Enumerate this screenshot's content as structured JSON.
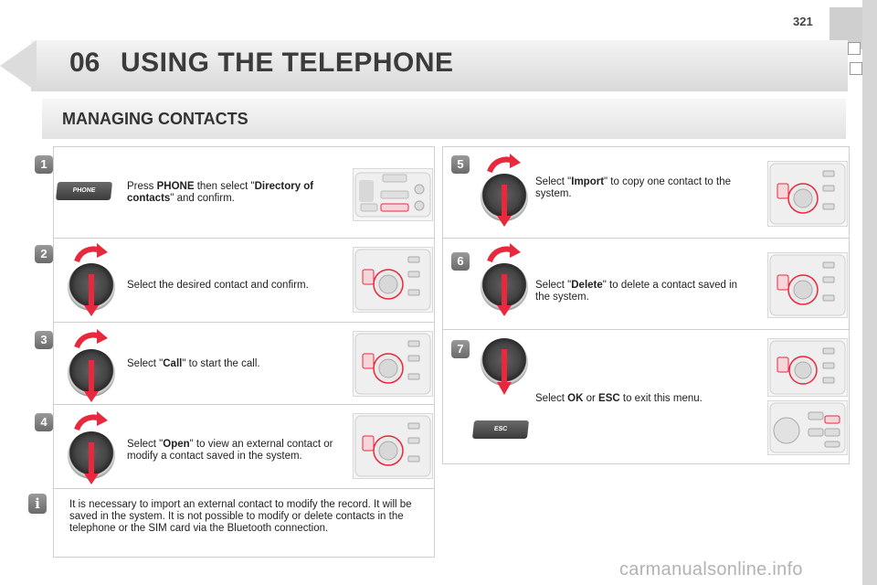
{
  "page_number": "321",
  "header": {
    "chapter_number": "06",
    "chapter_title": "USING THE TELEPHONE"
  },
  "section_title": "MANAGING CONTACTS",
  "steps": [
    {
      "num": "1",
      "pre": "Press ",
      "b1": "PHONE",
      "mid": " then select \"",
      "b2": "Directory of contacts",
      "post": "\" and confirm.",
      "button_label": "PHONE"
    },
    {
      "num": "2",
      "text": "Select the desired contact and confirm."
    },
    {
      "num": "3",
      "pre": "Select \"",
      "b1": "Call",
      "post": "\" to start the call."
    },
    {
      "num": "4",
      "pre": "Select \"",
      "b1": "Open",
      "post": "\" to view an external contact or modify a contact saved in the system."
    },
    {
      "num": "5",
      "pre": "Select \"",
      "b1": "Import",
      "post": "\" to copy one contact to the system."
    },
    {
      "num": "6",
      "pre": "Select \"",
      "b1": "Delete",
      "post": "\" to delete a contact saved in the system."
    },
    {
      "num": "7",
      "pre": "Select ",
      "b1": "OK",
      "mid": " or ",
      "b2": "ESC",
      "post": " to exit this menu.",
      "button_label": "ESC"
    }
  ],
  "info": {
    "icon": "i",
    "text": "It is necessary to import an external contact to modify the record. It will be saved in the system. It is not possible to modify or delete contacts in the telephone or the SIM card via the Bluetooth connection."
  },
  "watermark": "carmanualsonline.info",
  "colors": {
    "accent_red": "#e8283c",
    "badge_grey": "#7a7a7a",
    "title_grey": "#3b3b3b"
  }
}
